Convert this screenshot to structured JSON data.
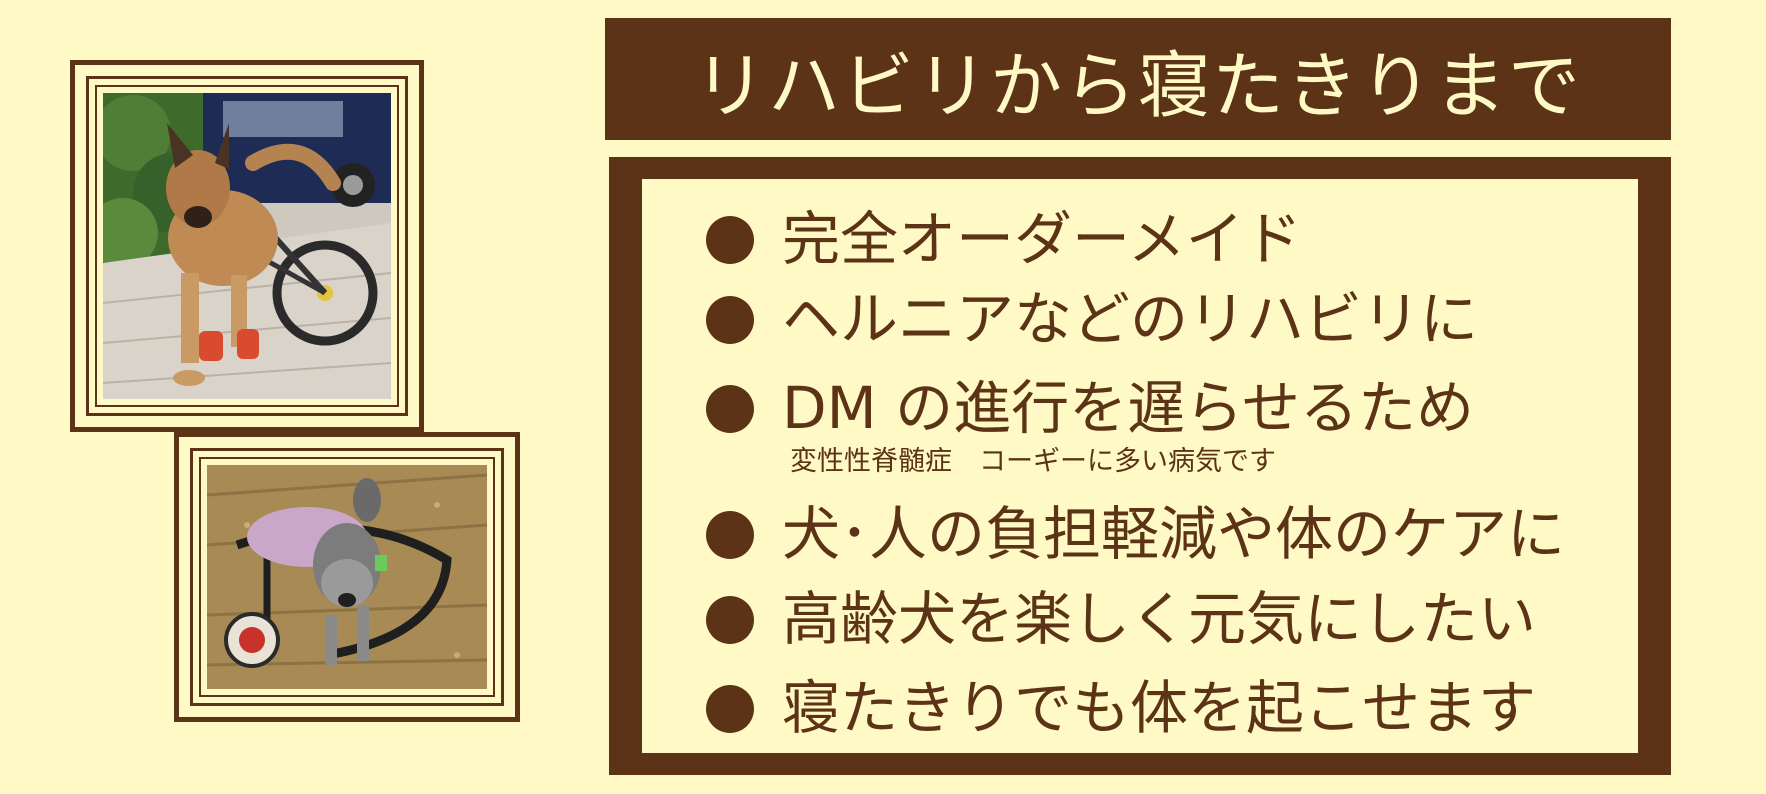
{
  "title": "リハビリから寝たきりまで",
  "features": [
    {
      "label": "完全オーダーメイド"
    },
    {
      "label": "ヘルニアなどのリハビリに"
    },
    {
      "label": "DM の進行を遅らせるため",
      "sub": "変性性脊髄症　コーギーに多い病気です"
    },
    {
      "label": "犬･人の負担軽減や体のケアに"
    },
    {
      "label": "高齢犬を楽しく元気にしたい"
    },
    {
      "label": "寝たきりでも体を起こせます"
    }
  ],
  "colors": {
    "background": "#FFFAC5",
    "brown": "#5C3317"
  }
}
